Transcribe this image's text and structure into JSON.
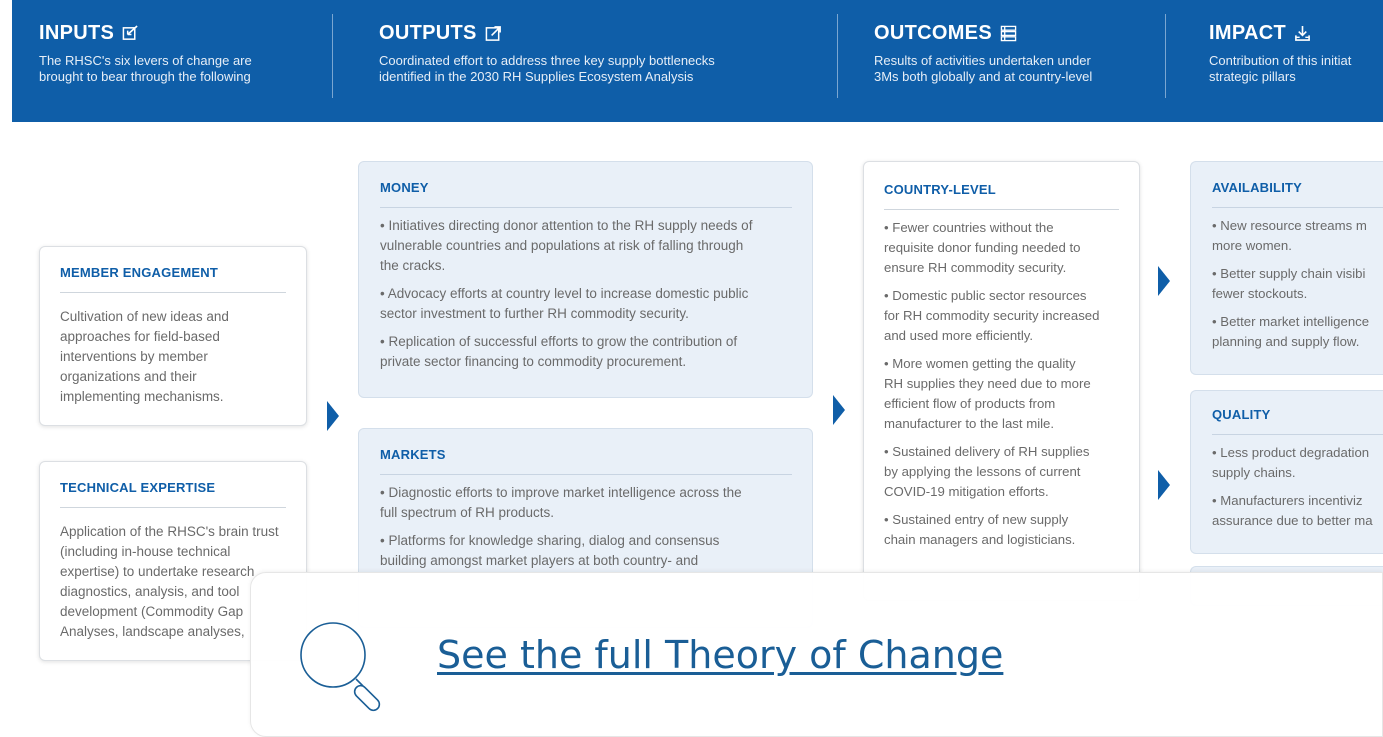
{
  "header": {
    "columns": [
      {
        "title": "INPUTS",
        "icon": "edit-square-icon",
        "subtitle_lines": [
          "The RHSC's six levers of change are",
          "brought to bear through the following"
        ]
      },
      {
        "title": "OUTPUTS",
        "icon": "external-link-square-icon",
        "subtitle_lines": [
          "Coordinated effort to address three key supply bottlenecks",
          "identified in the 2030 RH Supplies Ecosystem Analysis"
        ]
      },
      {
        "title": "OUTCOMES",
        "icon": "list-icon",
        "subtitle_lines": [
          "Results of activities undertaken under",
          "3Ms both globally and at country-level"
        ]
      },
      {
        "title": "IMPACT",
        "icon": "download-tray-icon",
        "subtitle_lines": [
          "Contribution of this initiat",
          "strategic pillars"
        ]
      }
    ]
  },
  "inputs": {
    "member_engagement": {
      "title": "MEMBER ENGAGEMENT",
      "lines": [
        "Cultivation of new ideas and",
        "approaches for field-based",
        "interventions by member",
        "organizations and their",
        "implementing mechanisms."
      ]
    },
    "technical_expertise": {
      "title": "TECHNICAL EXPERTISE",
      "lines": [
        "Application of the RHSC's brain trust",
        "(including in-house technical",
        "expertise) to undertake research",
        "diagnostics, analysis, and tool",
        "development (Commodity Gap",
        "Analyses, landscape analyses,"
      ]
    }
  },
  "outputs": {
    "money": {
      "title": "MONEY",
      "bullets": [
        [
          "• Initiatives directing donor attention to the RH supply needs of",
          "vulnerable countries and populations at risk of falling through",
          "the cracks."
        ],
        [
          "• Advocacy efforts at country level to increase domestic public",
          "sector investment to further RH commodity security."
        ],
        [
          "• Replication of successful efforts to grow the contribution of",
          "private sector financing to commodity procurement."
        ]
      ]
    },
    "markets": {
      "title": "MARKETS",
      "bullets": [
        [
          "• Diagnostic efforts to improve market intelligence across the",
          "full spectrum of RH products."
        ],
        [
          "• Platforms for knowledge sharing, dialog and consensus",
          "building amongst market players at both country- and"
        ]
      ]
    }
  },
  "outcomes": {
    "country_level": {
      "title": "COUNTRY-LEVEL",
      "bullets": [
        [
          "• Fewer countries without the",
          "requisite donor funding needed to",
          "ensure RH commodity security."
        ],
        [
          "• Domestic public sector resources",
          "for RH commodity security increased",
          "and used more efficiently."
        ],
        [
          "• More women getting the quality",
          "RH supplies they need due to more",
          "efficient flow of products from",
          "manufacturer to the last mile."
        ],
        [
          "• Sustained delivery of RH supplies",
          "by applying the lessons of current",
          "COVID-19 mitigation efforts."
        ],
        [
          "• Sustained entry of new supply",
          "chain managers and logisticians."
        ]
      ]
    }
  },
  "impact": {
    "availability": {
      "title": "AVAILABILITY",
      "bullets": [
        [
          "• New resource streams m",
          "more women."
        ],
        [
          "• Better supply chain visibi",
          "fewer stockouts."
        ],
        [
          "• Better market intelligence",
          "planning and supply flow."
        ]
      ]
    },
    "quality": {
      "title": "QUALITY",
      "bullets": [
        [
          "• Less product degradation",
          "supply chains."
        ],
        [
          "• Manufacturers incentiviz",
          "assurance due to better ma"
        ]
      ]
    }
  },
  "overlay": {
    "link_text": "See the full Theory of Change",
    "icon": "magnifier-icon"
  },
  "colors": {
    "brand_blue": "#0f5ea8",
    "card_blue_bg": "#e9f0f8",
    "link_blue": "#1a5e96"
  }
}
